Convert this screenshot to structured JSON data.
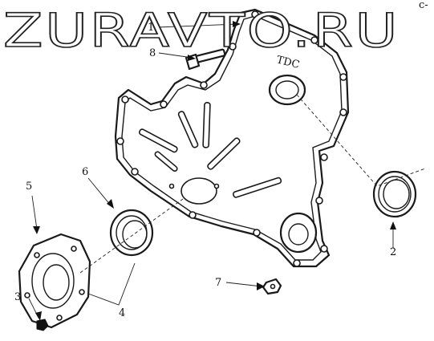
{
  "watermark": {
    "text": "ZURAVTO.RU"
  },
  "cover": {
    "marking": "TDC"
  },
  "callouts": [
    {
      "id": "1",
      "label": "1"
    },
    {
      "id": "2",
      "label": "2"
    },
    {
      "id": "3",
      "label": "3"
    },
    {
      "id": "4",
      "label": "4"
    },
    {
      "id": "5",
      "label": "5"
    },
    {
      "id": "6",
      "label": "6"
    },
    {
      "id": "7",
      "label": "7"
    },
    {
      "id": "8",
      "label": "8"
    }
  ],
  "corner_mark": "c-"
}
